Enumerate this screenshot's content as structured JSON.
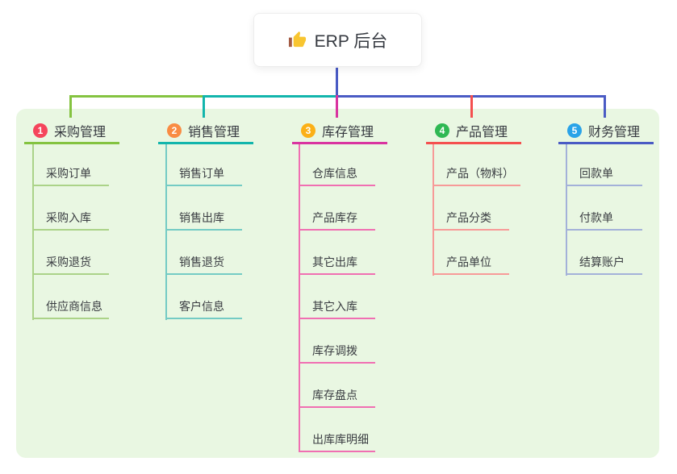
{
  "root": {
    "label": "ERP 后台",
    "icon": "thumbs-up-icon"
  },
  "branches": [
    {
      "num": "1",
      "label": "采购管理",
      "badge_color": "#f5455c",
      "line_color": "#84c340",
      "child_line_color": "#abd388",
      "children": [
        "采购订单",
        "采购入库",
        "采购退货",
        "供应商信息"
      ]
    },
    {
      "num": "2",
      "label": "销售管理",
      "badge_color": "#f98c43",
      "line_color": "#12b5ac",
      "child_line_color": "#74cbc4",
      "children": [
        "销售订单",
        "销售出库",
        "销售退货",
        "客户信息"
      ]
    },
    {
      "num": "3",
      "label": "库存管理",
      "badge_color": "#fbb017",
      "line_color": "#d934a0",
      "child_line_color": "#f06fb2",
      "children": [
        "仓库信息",
        "产品库存",
        "其它出库",
        "其它入库",
        "库存调拨",
        "库存盘点",
        "出库库明细"
      ]
    },
    {
      "num": "4",
      "label": "产品管理",
      "badge_color": "#2fb853",
      "line_color": "#f4504f",
      "child_line_color": "#f79a98",
      "children": [
        "产品（物料）",
        "产品分类",
        "产品单位"
      ]
    },
    {
      "num": "5",
      "label": "财务管理",
      "badge_color": "#2aa3e8",
      "line_color": "#4a5bc4",
      "child_line_color": "#a3b1d9",
      "children": [
        "回款单",
        "付款单",
        "结算账户"
      ]
    }
  ],
  "colors": {
    "root_connector": "#4a5bc4",
    "panel_background": "#e9f7e2"
  }
}
